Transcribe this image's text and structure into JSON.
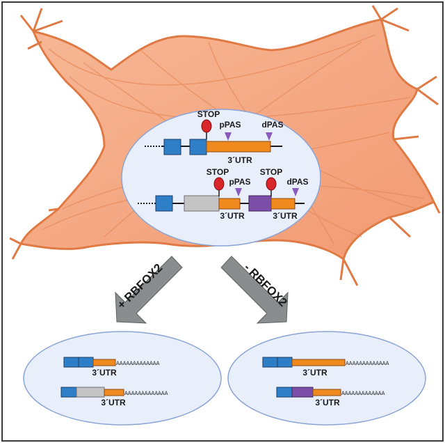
{
  "colors": {
    "cell_fill": "#f4a57f",
    "cell_edge": "#e07a45",
    "nucleus_fill": "#e8eefa",
    "nucleus_edge": "#8aa4d6",
    "exon_blue": "#2f7fc8",
    "exon_grey": "#c4c4c4",
    "exon_purple": "#7b4fa8",
    "utr_orange": "#f08a1f",
    "stop_red": "#d8262a",
    "pas_purple": "#8a5cc0",
    "arrow_grey": "#8a8c8e",
    "border": "#3a3a3a"
  },
  "icons": {
    "stop": "stop-sign-icon",
    "pas": "triangle-down-icon",
    "arrow": "arrow-icon"
  },
  "labels": {
    "stop": "STOP",
    "ppas": "pPAS",
    "dpas": "dPAS",
    "utr": "3´UTR",
    "plus_rbfox2": "+ RBFOX2",
    "minus_rbfox2": "- RBFOX2",
    "polya": "AAAAAAAAAAAAA"
  }
}
